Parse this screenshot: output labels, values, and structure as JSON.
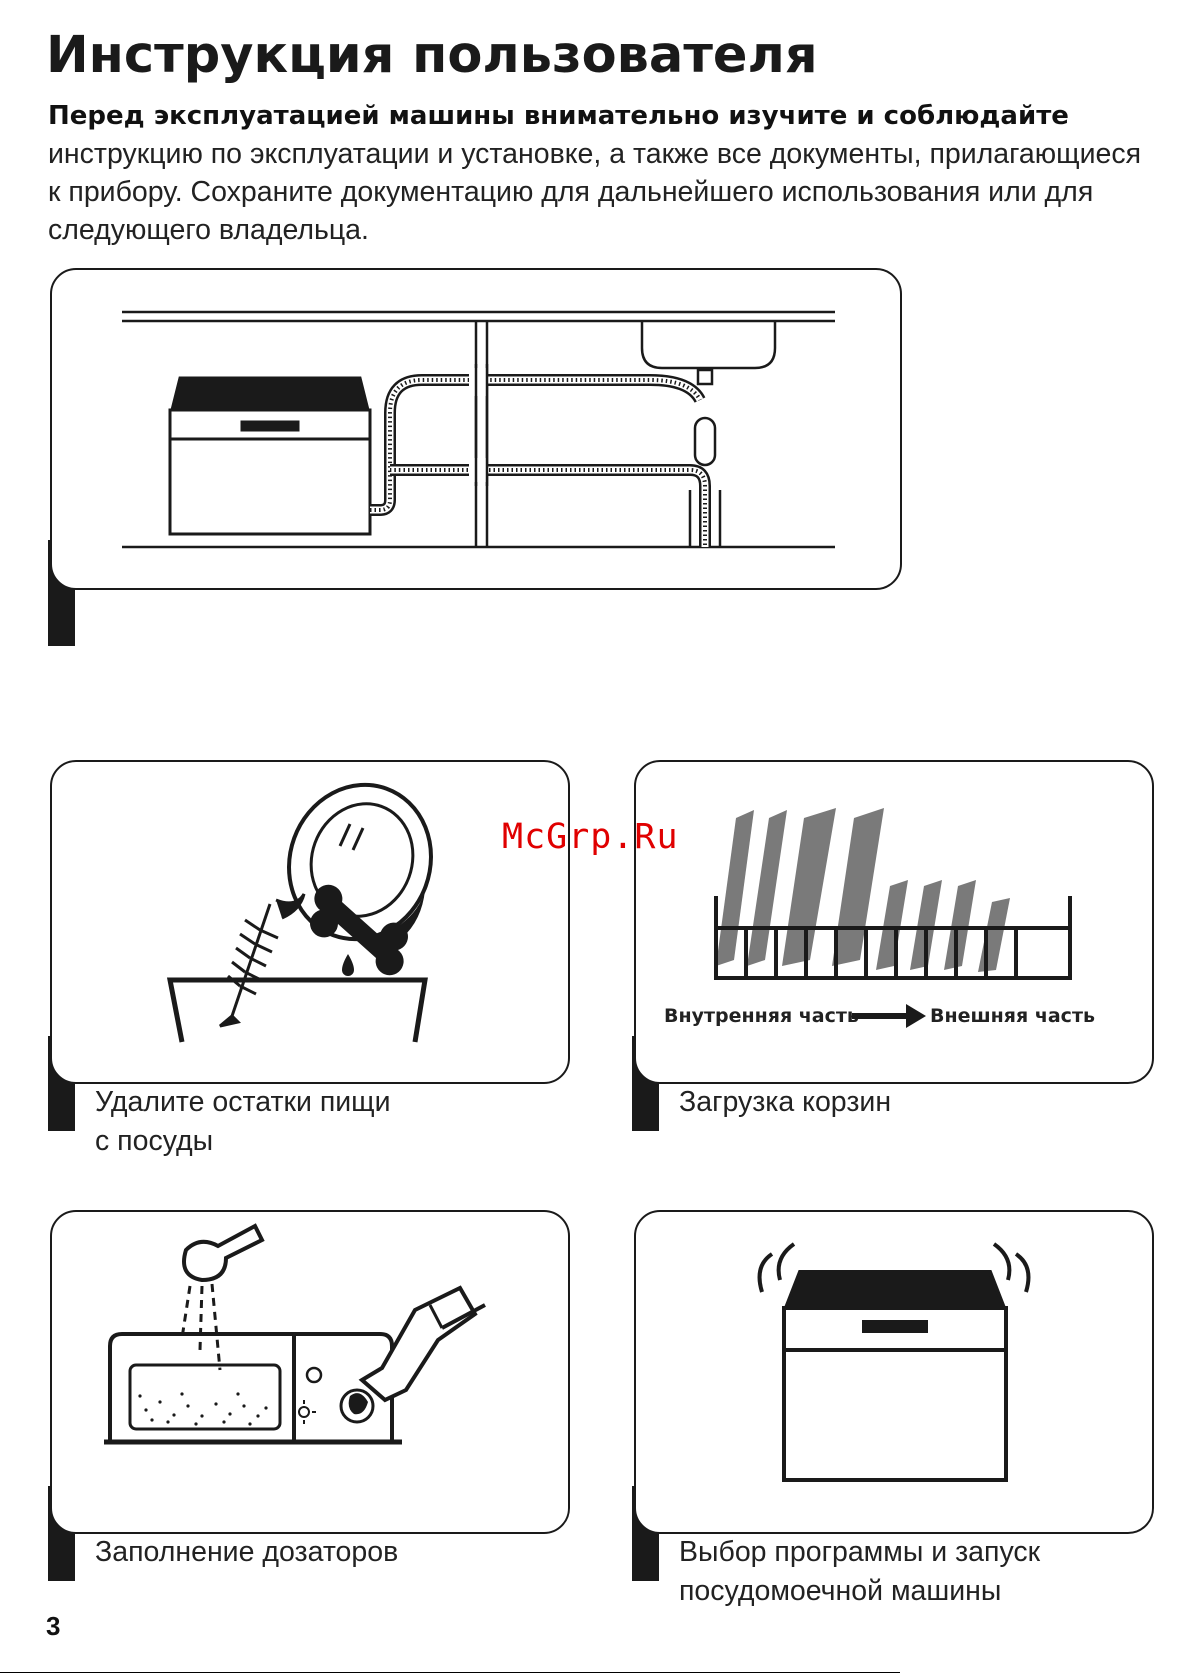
{
  "header": {
    "title": "Инструкция пользователя",
    "intro_bold": "Перед эксплуатацией машины внимательно изучите и соблюдайте",
    "intro_rest": "инструкцию по эксплуатации и установке, а также все документы, прилагающиеся к прибору. Сохраните документацию для дальнейшего использования или для следующего владельца."
  },
  "steps": [
    {
      "caption_line1": "Удалите остатки пищи",
      "caption_line2": "с посуды"
    },
    {
      "caption_line1": "Загрузка корзин",
      "caption_line2": ""
    },
    {
      "caption_line1": "Заполнение дозаторов",
      "caption_line2": ""
    },
    {
      "caption_line1": "Выбор программы и запуск",
      "caption_line2": "посудомоечной машины"
    }
  ],
  "basket": {
    "inner_label": "Внутренняя часть",
    "outer_label": "Внешняя часть"
  },
  "watermark": "McGrp.Ru",
  "page_number": "3",
  "colors": {
    "ink": "#1a1a1a",
    "watermark": "#e00000",
    "plate_gray": "#7a7a7a"
  }
}
